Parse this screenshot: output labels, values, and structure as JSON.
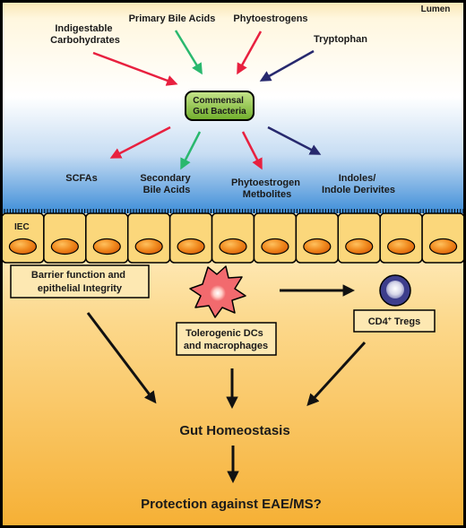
{
  "region_label": "Lumen",
  "inputs": [
    {
      "lines": [
        "Indigestable",
        "Carbohydrates"
      ],
      "color": "#e8203f"
    },
    {
      "lines": [
        "Primary Bile Acids"
      ],
      "color": "#2ab86e"
    },
    {
      "lines": [
        "Phytoestrogens"
      ],
      "color": "#e8203f"
    },
    {
      "lines": [
        "Tryptophan"
      ],
      "color": "#27296e"
    }
  ],
  "center": {
    "lines": [
      "Commensal",
      "Gut Bacteria"
    ]
  },
  "outputs": [
    {
      "lines": [
        "SCFAs"
      ],
      "color": "#e8203f"
    },
    {
      "lines": [
        "Secondary",
        "Bile Acids"
      ],
      "color": "#2ab86e"
    },
    {
      "lines": [
        "Phytoestrogen",
        "Metbolites"
      ],
      "color": "#e8203f"
    },
    {
      "lines": [
        "Indoles/",
        "Indole Derivites"
      ],
      "color": "#27296e"
    }
  ],
  "iec_label": "IEC",
  "barrier_box": {
    "lines": [
      "Barrier function and",
      "epithelial Integrity"
    ]
  },
  "dc_box": {
    "lines": [
      "Tolerogenic DCs",
      "and macrophages"
    ]
  },
  "treg_box": {
    "main": "CD4",
    "sup": "+",
    "rest": " Tregs"
  },
  "homeostasis": "Gut Homeostasis",
  "protection": "Protection against EAE/MS?",
  "colors": {
    "lumen_top": "#f9e6b4",
    "lumen_blue": "#3f8ed8",
    "tissue_top": "#fff3cf",
    "tissue_bottom": "#f6b035",
    "cell_fill": "#fbd77b",
    "nucleus": "#ee7418",
    "bacteria_fill": "#8cc63f",
    "dc_fill": "#f26a6e",
    "treg_ring": "#3d3e8c",
    "border": "#000000"
  }
}
